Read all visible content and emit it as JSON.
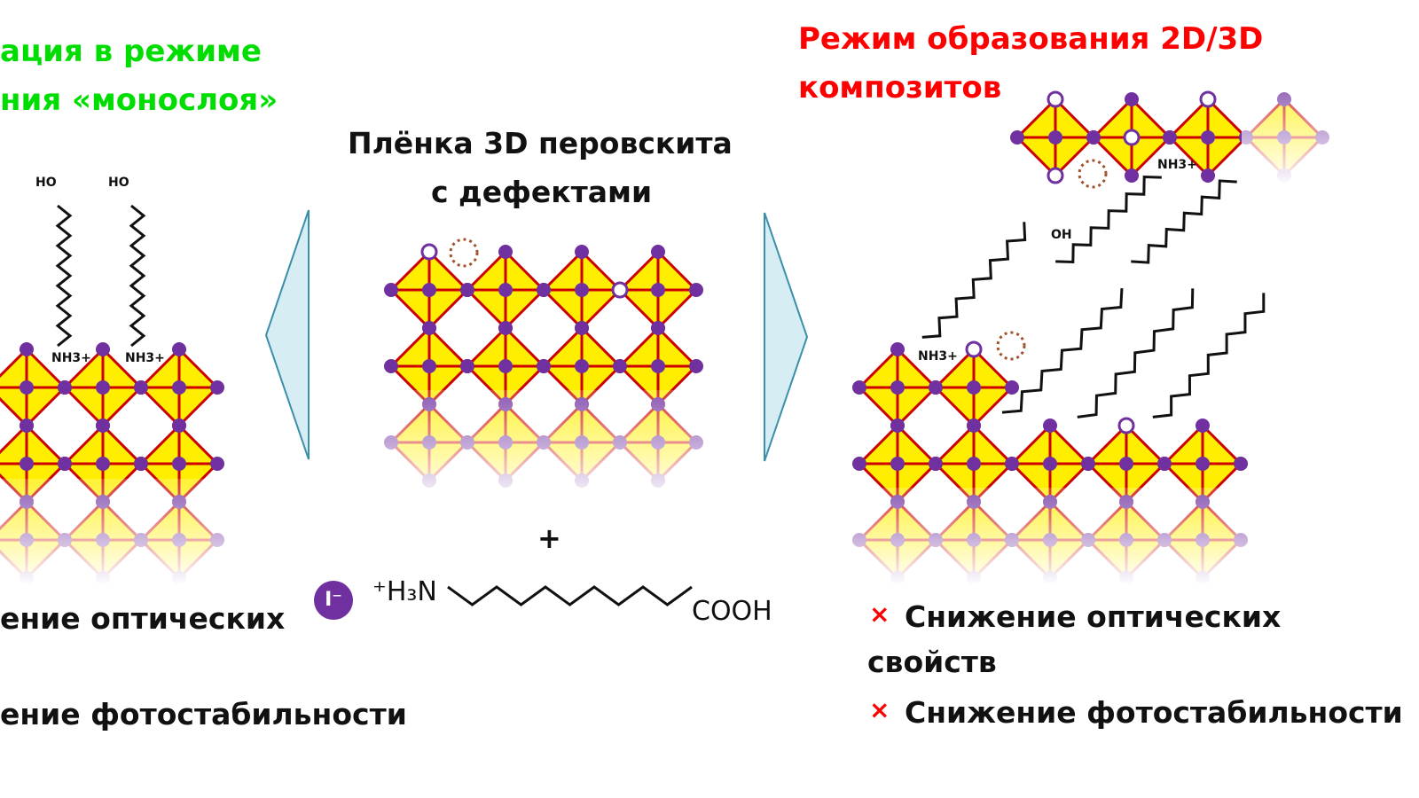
{
  "left_panel": {
    "title_line1": "ация в режиме",
    "title_line2": "ния «монослоя»",
    "bullet1": "ение оптических",
    "bullet2": "ение фотостабильности",
    "ligand_label": "NH3+",
    "acid_label": "HO"
  },
  "center_panel": {
    "title_line1": "Плёнка 3D перовскита",
    "title_line2": "с дефектами",
    "plus": "+",
    "iodide": "I⁻",
    "amine": "⁺H₃N",
    "acid": "COOH"
  },
  "right_panel": {
    "title_line1": "Режим образования 2D/3D",
    "title_line2": "композитов",
    "bullet_mark": "×",
    "bullet1_line1": "Снижение оптических",
    "bullet1_line2": "свойств",
    "bullet2": "Снижение фотостабильности",
    "ligand_label": "NH3+",
    "acid_label": "OH"
  },
  "colors": {
    "octahedron": "#ffee00",
    "edge": "#cc0000",
    "node": "#7030a0",
    "arrow_fill": "#d7edf4",
    "arrow_stroke": "#3b8fa8"
  }
}
